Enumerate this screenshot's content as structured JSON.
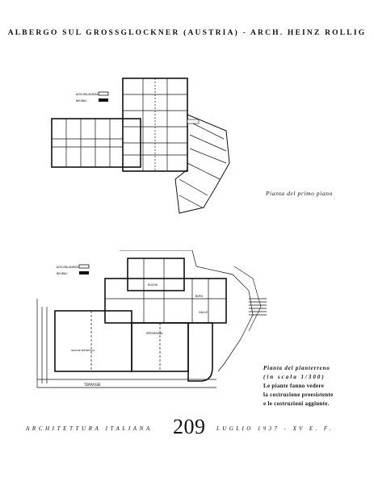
{
  "header": {
    "title": "ALBERGO SUL GROSSGLOCKNER (AUSTRIA) - ARCH. HEINZ ROLLIG"
  },
  "first_floor": {
    "caption": "Pianta del primo piano",
    "legend": [
      "ALTA MALADRIZA",
      "NEUBAU"
    ]
  },
  "ground_floor": {
    "caption_lines": [
      "Pianta del pianterreno",
      "(in scala 1/300)",
      "Le piante fanno vedere",
      "la costruzione preesistente",
      "e le costruzioni aggiunte."
    ],
    "legend": [
      "ALTA MALADRIZA",
      "NEUBAU"
    ],
    "labels": {
      "cucina": "KÜCHE",
      "speise": "SPEISESAAL",
      "halle": "HALLE",
      "terrasse": "TERRASSE",
      "grosse": "GROSSE SPEISESAAL",
      "bureau": "BÜRO"
    }
  },
  "footer": {
    "magazine": "ARCHITETTURA ITALIANA",
    "page_number": "209",
    "date": "LUGLIO 1937 - XV E. F."
  }
}
